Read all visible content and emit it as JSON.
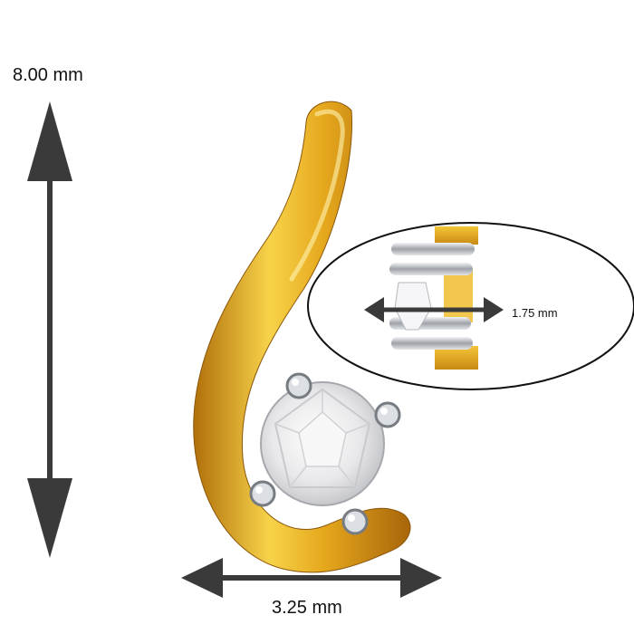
{
  "product": {
    "subject": "gold pendant with round white stone"
  },
  "dimensions": {
    "height_label": "8.00 mm",
    "width_label": "3.25 mm",
    "depth_label": "1.75 mm"
  },
  "colors": {
    "gold_light": "#f7d34a",
    "gold_mid": "#e6a81d",
    "gold_dark": "#b06f0a",
    "silver": "#cfd2d6",
    "arrow": "#3a3a3a"
  }
}
